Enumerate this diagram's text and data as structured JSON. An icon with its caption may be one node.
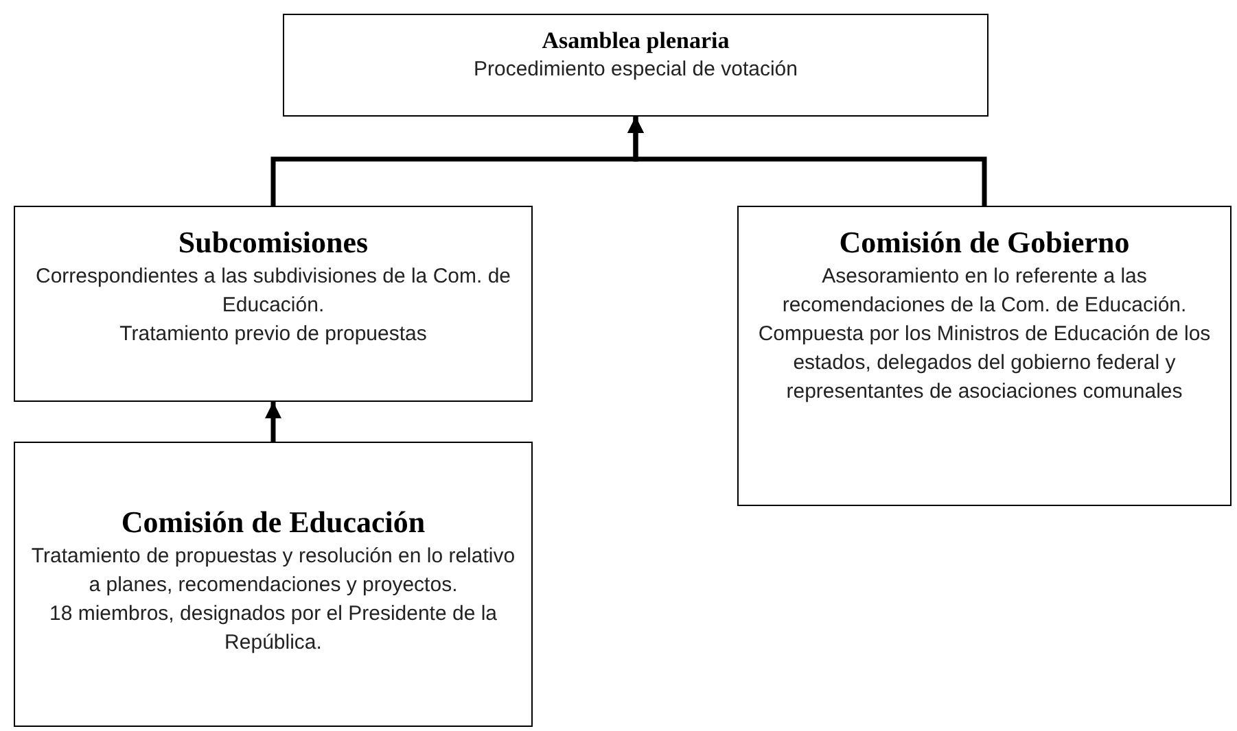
{
  "diagram": {
    "nodes": [
      {
        "text": [
          "Asamblea plenaria",
          "Procedimiento especial de votación"
        ]
      },
      {
        "text": [
          "Subcomisiones",
          "Correspondientes a las subdivisiones de la Com. de Educación.",
          "Tratamiento previo de propuestas"
        ]
      },
      {
        "text": [
          "Comisión de Gobierno",
          "Asesoramiento en lo referente a las recomendaciones de la Com. de Educación.",
          "Compuesta por los Ministros de Educación de los estados, delegados del gobierno federal y representantes de asociaciones comunales"
        ]
      },
      {
        "text": [
          "Comisión de Educación",
          "Tratamiento de propuestas y resolución en lo relativo a planes, recomendaciones y proyectos.",
          "18 miembros, designados por el Presidente de la República."
        ]
      }
    ],
    "edges": [
      {
        "from": 1,
        "to": 0,
        "arrow": "to"
      },
      {
        "from": 2,
        "to": 0,
        "arrow": "to"
      },
      {
        "from": 3,
        "to": 1,
        "arrow": "to"
      }
    ]
  }
}
